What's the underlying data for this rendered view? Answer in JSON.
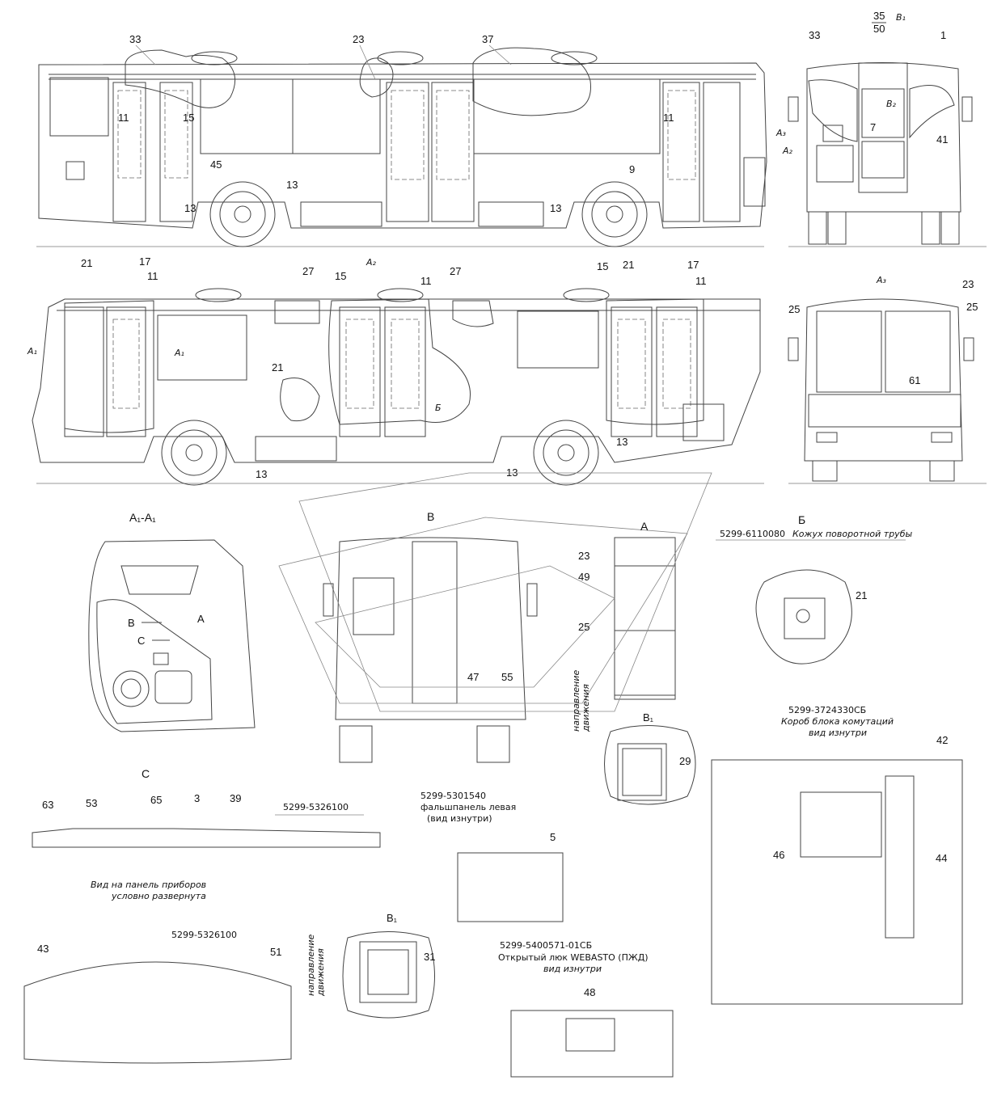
{
  "callouts": {
    "c1": "33",
    "c2": "23",
    "c3": "37",
    "c4": "35",
    "c5": "50",
    "c6": "1",
    "c7": "33",
    "c8": "11",
    "c9": "15",
    "c10": "11",
    "c11": "45",
    "c12": "9",
    "c13": "13",
    "c14": "13",
    "c15": "13",
    "c16": "7",
    "c17": "41",
    "c18": "21",
    "c19": "17",
    "c20": "11",
    "c21": "27",
    "c22": "15",
    "c23": "11",
    "c24": "27",
    "c25": "15",
    "c26": "21",
    "c27": "17",
    "c28": "11",
    "c29": "21",
    "c30": "13",
    "c31": "13",
    "c32": "13",
    "c33": "25",
    "c34": "23",
    "c35": "25",
    "c36": "61",
    "c37": "23",
    "c38": "49",
    "c39": "25",
    "c40": "47",
    "c41": "55",
    "c42": "21",
    "c43": "29",
    "c44": "42",
    "c45": "46",
    "c46": "44",
    "c47": "63",
    "c48": "53",
    "c49": "65",
    "c50": "3",
    "c51": "39",
    "c52": "5",
    "c53": "43",
    "c54": "51",
    "c55": "31",
    "c56": "48"
  },
  "views": {
    "B1_top": "B₁",
    "B2": "B₂",
    "A3_arrow": "A₃",
    "A2_arrow": "A₂",
    "A2_view": "A₂",
    "A3_view": "A₃",
    "A1_left": "A₁",
    "A1_mid": "A₁",
    "A1A1": "A₁-A₁",
    "B_view": "B",
    "A_view": "A",
    "B_arrow": "B",
    "A_arrow": "A",
    "C_arrow": "C",
    "C_view": "C",
    "Be": "Б",
    "Be_arrow": "Б",
    "B1_mid": "B₁",
    "B1_low": "B₁"
  },
  "labels": {
    "kozhukh_pn": "5299-6110080",
    "kozhukh_title": "Кожух поворотной трубы",
    "korob_pn": "5299-3724330СБ",
    "korob_title": "Короб блока комутаций",
    "korob_sub": "вид изнутри",
    "panel_pn": "5299-5326100",
    "panel_caption_1": "Вид на панель приборов",
    "panel_caption_2": "условно развернута",
    "panel2_pn": "5299-5326100",
    "falsh_pn": "5299-5301540",
    "falsh_title": "фальшпанель левая",
    "falsh_sub": "(вид изнутри)",
    "luk_pn": "5299-5400571-01СБ",
    "luk_title": "Открытый люк WEBASTO (ПЖД)",
    "luk_sub": "вид изнутри",
    "dir1": "направление",
    "dir2": "движения",
    "dir3": "направление",
    "dir4": "движения"
  }
}
